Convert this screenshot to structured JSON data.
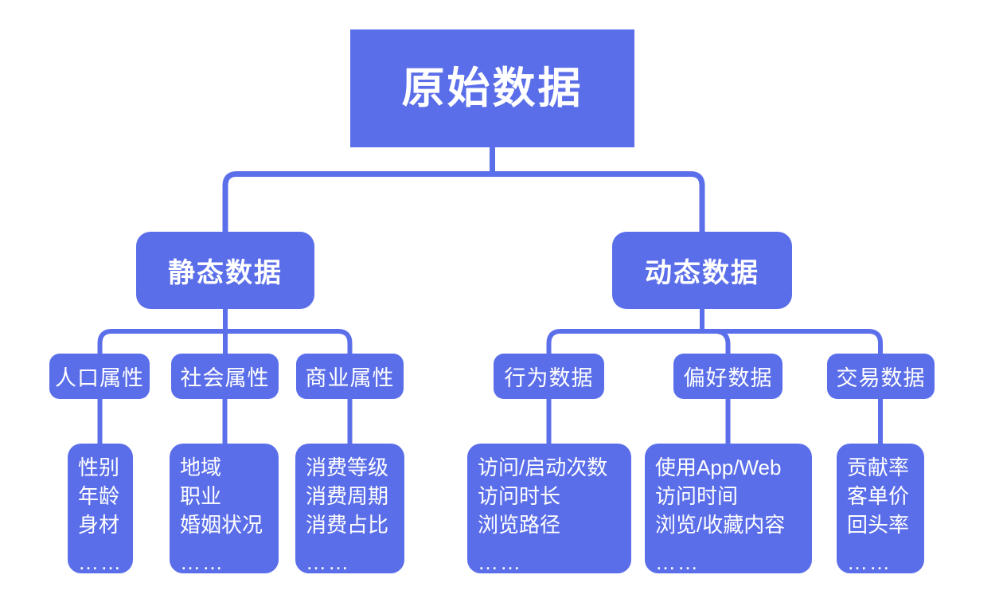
{
  "diagram": {
    "colors": {
      "node_fill": "#5b6ee9",
      "connector": "#5c6fea",
      "text": "#ffffff",
      "background": "#ffffff"
    },
    "root": {
      "label": "原始数据"
    },
    "branches": [
      {
        "label": "静态数据",
        "children": [
          {
            "label": "人口属性",
            "items": [
              "性别",
              "年龄",
              "身材",
              "……"
            ]
          },
          {
            "label": "社会属性",
            "items": [
              "地域",
              "职业",
              "婚姻状况",
              "……"
            ]
          },
          {
            "label": "商业属性",
            "items": [
              "消费等级",
              "消费周期",
              "消费占比",
              "……"
            ]
          }
        ]
      },
      {
        "label": "动态数据",
        "children": [
          {
            "label": "行为数据",
            "items": [
              "访问/启动次数",
              "访问时长",
              "浏览路径",
              "……"
            ]
          },
          {
            "label": "偏好数据",
            "items": [
              "使用App/Web",
              "访问时间",
              "浏览/收藏内容",
              "……"
            ]
          },
          {
            "label": "交易数据",
            "items": [
              "贡献率",
              "客单价",
              "回头率",
              "……"
            ]
          }
        ]
      }
    ]
  }
}
